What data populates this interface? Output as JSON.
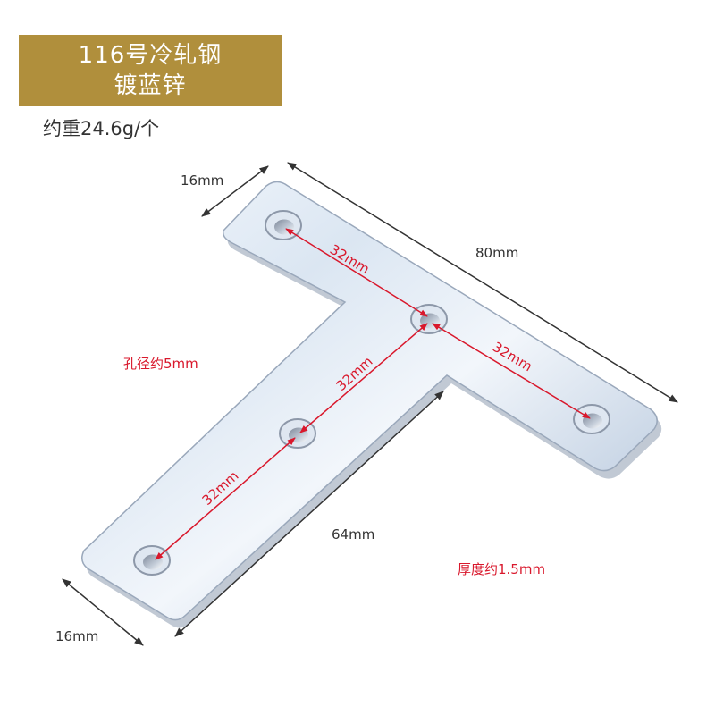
{
  "product": {
    "title_line1": "116号冷轧钢",
    "title_line2": "镀蓝锌",
    "weight": "约重24.6g/个"
  },
  "dimensions": {
    "arm_width_top": "16mm",
    "total_length": "80mm",
    "stem_length": "64mm",
    "arm_width_bottom": "16mm",
    "hole_spacing_top_left": "32mm",
    "hole_spacing_top_right": "32mm",
    "hole_spacing_stem_upper": "32mm",
    "hole_spacing_stem_lower": "32mm",
    "hole_diameter": "孔径约5mm",
    "thickness": "厚度约1.5mm"
  },
  "colors": {
    "banner": "#b08f3c",
    "red_label": "#d9182c",
    "black_label": "#333333",
    "metal_light": "#eef4fb",
    "metal_mid": "#c5d3e3",
    "metal_dark": "#8e9cb0"
  }
}
